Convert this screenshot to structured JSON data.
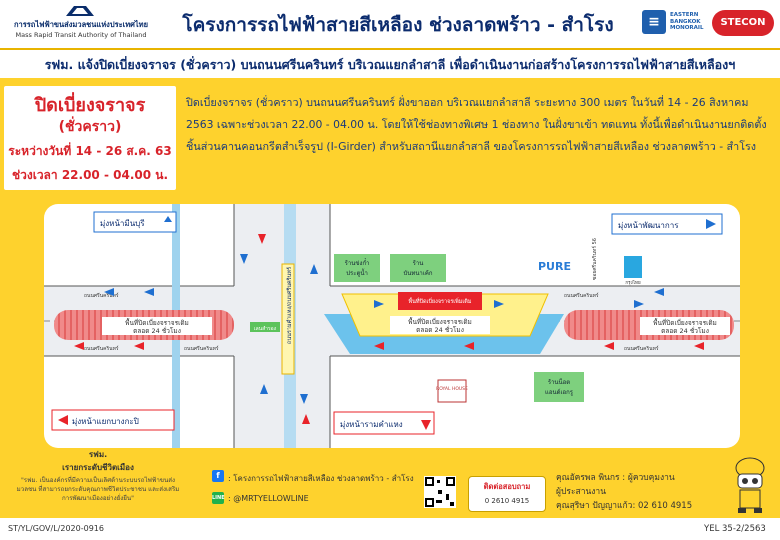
{
  "header": {
    "org_th": "การรถไฟฟ้าขนส่งมวลชนแห่งประเทศไทย",
    "org_en": "Mass Rapid Transit Authority of Thailand",
    "title": "โครงการรถไฟฟ้าสายสีเหลือง ช่วงลาดพร้าว - สำโรง",
    "ebm_text": "EASTERN BANGKOK MONORAIL",
    "stecon": "STECON"
  },
  "subheader": "รฟม. แจ้งปิดเบี่ยงจราจร (ชั่วคราว) บนถนนศรีนครินทร์ บริเวณแยกลำสาลี เพื่อดำเนินงานก่อสร้างโครงการรถไฟฟ้าสายสีเหลืองฯ",
  "notice": {
    "line1": "ปิดเบี่ยงจราจร",
    "line2": "(ชั่วคราว)",
    "line3": "ระหว่างวันที่ 14 - 26 ส.ค. 63",
    "line4": "ช่วงเวลา 22.00 - 04.00 น."
  },
  "description": {
    "l1": "ปิดเบี่ยงจราจร (ชั่วคราว) บนถนนศรีนครินทร์ ฝั่งขาออก บริเวณแยกลำสาลี ระยะทาง 300 เมตร ในวันที่ 14 - 26 สิงหาคม",
    "l2": "2563 เฉพาะช่วงเวลา 22.00 - 04.00 น. โดยให้ใช้ช่องทางพิเศษ 1 ช่องทาง ในฝั่งขาเข้า ทดแทน ทั้งนี้เพื่อดำเนินงานยกติดตั้ง",
    "l3": "ชิ้นส่วนคานคอนกรีตสำเร็จรูป (I-Girder) สำหรับสถานีแยกลำสาลี ของโครงการรถไฟฟ้าสายสีเหลือง ช่วงลาดพร้าว - สำโรง"
  },
  "map": {
    "dir_minburi": "มุ่งหน้ามีนบุรี",
    "dir_phatthanakan": "มุ่งหน้าพัฒนาการ",
    "dir_bangkapi": "มุ่งหน้าแยกบางกะปิ",
    "dir_ramkhamhaeng": "มุ่งหน้ารามคำแหง",
    "road": "ถนนศรีนครินทร์",
    "cross_road": "ถนนรามคำแหง/ถนนศรีนครินทร์",
    "closure_label": "พื้นที่ปิดเบี่ยงจราจรเดิม",
    "closure_sub": "ตลอด 24 ชั่วโมง",
    "new_closure": "พื้นที่ปิดเบี่ยงจราจรเพิ่มเติม",
    "shop1": "ร้านข่งก๋ำ ประตูน้ำ",
    "shop1a": "ร้านข่งก๋ำ",
    "shop1b": "ประตูน้ำ",
    "shop2a": "ร้าน",
    "shop2b": "บันทนาเค้ก",
    "shop3a": "ร้านน็อต",
    "shop3b": "แอนด์เอกรู",
    "pure": "PURE",
    "royal": "ROYAL HOUSE",
    "soi": "ซอยศรีนครินทร์ 56",
    "bank": "กรุงไทย",
    "green_label": "เลนสำรอง"
  },
  "footer": {
    "rfm": "รฟม.",
    "apology": "เรายกระดับชีวิตเมือง",
    "note": "\"รฟม. เป็นองค์กรที่มีความเป็นเลิศด้านระบบรถไฟฟ้าขนส่งมวลชน ที่สามารถยกระดับคุณภาพชีวิตประชาชน และส่งเสริมการพัฒนาเมืองอย่างยั่งยืน\"",
    "facebook": ": โครงการรถไฟฟ้าสายสีเหลือง ช่วงลาดพร้าว - สำโรง",
    "line": ": @MRTYELLOWLINE",
    "contact_label": "ติดต่อสอบถาม",
    "contact_phone": "0 2610 4915",
    "k1": "คุณอัครพล พินกร : ผู้ควบคุมงาน",
    "k2": "ผู้ประสานงาน",
    "k3": "คุณสุริษา ปัญญาแก้ว: 02 610 4915"
  },
  "codes": {
    "left": "ST/YL/GOV/L/2020-0916",
    "right": "YEL 35-2/2563"
  },
  "colors": {
    "red": "#d8232a",
    "yellow": "#fed22d",
    "blue": "#1f6fd0",
    "navy": "#0c2c6e",
    "cyan": "#29a7e0"
  }
}
